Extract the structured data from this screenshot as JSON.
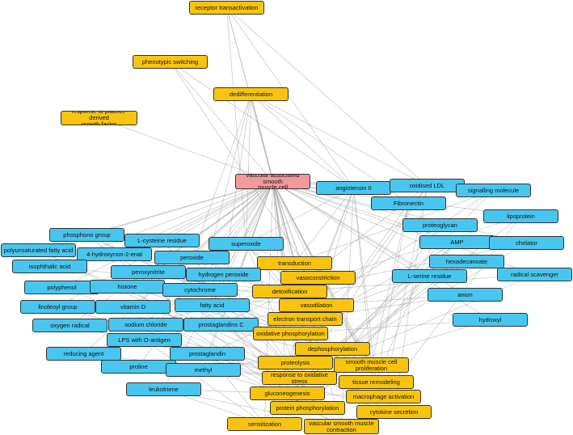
{
  "colors": {
    "molecule": "#48c6ef",
    "process": "#f9c40f",
    "cell": "#f29a9a",
    "edge": "#a9a9a9",
    "border": "#333333"
  },
  "nodes": {
    "receptor-transactivation": {
      "label": "receptor transactivation",
      "type": "process"
    },
    "phenotypic-switching": {
      "label": "phenotypic switching",
      "type": "process"
    },
    "dedifferentiation": {
      "label": "dedifferentiation",
      "type": "process"
    },
    "response-pdgf": {
      "label": "response to platelet-derived\ngrowth factor",
      "type": "process"
    },
    "vsmc": {
      "label": "vascular associated smooth\nmuscle cell",
      "type": "cell"
    },
    "angiotensin-ii": {
      "label": "angiotensin II",
      "type": "molecule"
    },
    "oxidised-ldl": {
      "label": "oxidised LDL",
      "type": "molecule"
    },
    "signalling-molecule": {
      "label": "signalling molecule",
      "type": "molecule"
    },
    "fibronectin": {
      "label": "Fibronectin",
      "type": "molecule"
    },
    "lipoprotein": {
      "label": "lipoprotein",
      "type": "molecule"
    },
    "proteoglycan": {
      "label": "proteoglycan",
      "type": "molecule"
    },
    "phosphono-group": {
      "label": "phosphono group",
      "type": "molecule"
    },
    "l-cysteine-residue": {
      "label": "L-cysteine residue",
      "type": "molecule"
    },
    "superoxide": {
      "label": "superoxide",
      "type": "molecule"
    },
    "amp": {
      "label": "AMP",
      "type": "molecule"
    },
    "chelator": {
      "label": "chelator",
      "type": "molecule"
    },
    "pufa": {
      "label": "polyunsaturated fatty acid",
      "type": "molecule"
    },
    "hne": {
      "label": "4-hydroxynon-2-enal",
      "type": "molecule"
    },
    "peroxide": {
      "label": "peroxide",
      "type": "molecule"
    },
    "hexadecanoate": {
      "label": "hexadecanoate",
      "type": "molecule"
    },
    "isophthalic-acid": {
      "label": "isophthalic acid",
      "type": "molecule"
    },
    "transduction": {
      "label": "transduction",
      "type": "process"
    },
    "peroxynitrite": {
      "label": "peroxynitrite",
      "type": "molecule"
    },
    "hydrogen-peroxide": {
      "label": "hydrogen peroxide",
      "type": "molecule"
    },
    "vasoconstriction": {
      "label": "vasoconstriction",
      "type": "process"
    },
    "l-serine-residue": {
      "label": "L-serine residue",
      "type": "molecule"
    },
    "radical-scavenger": {
      "label": "radical scavenger",
      "type": "molecule"
    },
    "polyphenol": {
      "label": "polyphenol",
      "type": "molecule"
    },
    "histone": {
      "label": "histone",
      "type": "molecule"
    },
    "cytochrome": {
      "label": "cytochrome",
      "type": "molecule"
    },
    "detoxification": {
      "label": "detoxification",
      "type": "process"
    },
    "anion": {
      "label": "anion",
      "type": "molecule"
    },
    "linoleoyl-group": {
      "label": "linoleoyl group",
      "type": "molecule"
    },
    "vitamin-d": {
      "label": "vitamin D",
      "type": "molecule"
    },
    "fatty-acid": {
      "label": "fatty acid",
      "type": "molecule"
    },
    "vasodilation": {
      "label": "vasodilation",
      "type": "process"
    },
    "electron-transport-chain": {
      "label": "electron transport chain",
      "type": "process"
    },
    "hydroxyl": {
      "label": "hydroxyl",
      "type": "molecule"
    },
    "oxygen-radical": {
      "label": "oxygen radical",
      "type": "molecule"
    },
    "sodium-chloride": {
      "label": "sodium chloride",
      "type": "molecule"
    },
    "prostaglandins-c": {
      "label": "prostaglandins C",
      "type": "molecule"
    },
    "oxidative-phosphorylation": {
      "label": "oxidative phosphorylation",
      "type": "process"
    },
    "lps": {
      "label": "LPS with O-antigen",
      "type": "molecule"
    },
    "reducing-agent": {
      "label": "reducing agent",
      "type": "molecule"
    },
    "prostaglandin": {
      "label": "prostaglandin",
      "type": "molecule"
    },
    "dephosphorylation": {
      "label": "dephosphorylation",
      "type": "process"
    },
    "proteolysis": {
      "label": "proteolysis",
      "type": "process"
    },
    "smc-proliferation": {
      "label": "smooth muscle cell\nproliferation",
      "type": "process"
    },
    "proline": {
      "label": "proline",
      "type": "molecule"
    },
    "methyl": {
      "label": "methyl",
      "type": "molecule"
    },
    "response-oxidative-stress": {
      "label": "response to oxidative stress",
      "type": "process"
    },
    "tissue-remodeling": {
      "label": "tissue remodeling",
      "type": "process"
    },
    "leukotriene": {
      "label": "leukotriene",
      "type": "molecule"
    },
    "gluconeogenesis": {
      "label": "gluconeogenesis",
      "type": "process"
    },
    "macrophage-activation": {
      "label": "macrophage activation",
      "type": "process"
    },
    "protein-phosphorylation": {
      "label": "protein phosphorylation",
      "type": "process"
    },
    "cytokine-secretion": {
      "label": "cytokine secretion",
      "type": "process"
    },
    "sensitization": {
      "label": "sensitization",
      "type": "process"
    },
    "vsmc-contraction": {
      "label": "vascular smooth muscle\ncontraction",
      "type": "process"
    }
  },
  "edges": [
    [
      "receptor-transactivation",
      "vsmc"
    ],
    [
      "receptor-transactivation",
      "angiotensin-ii"
    ],
    [
      "receptor-transactivation",
      "transduction"
    ],
    [
      "receptor-transactivation",
      "oxidised-ldl"
    ],
    [
      "receptor-transactivation",
      "superoxide"
    ],
    [
      "phenotypic-switching",
      "vsmc"
    ],
    [
      "phenotypic-switching",
      "smc-proliferation"
    ],
    [
      "phenotypic-switching",
      "angiotensin-ii"
    ],
    [
      "dedifferentiation",
      "vsmc"
    ],
    [
      "dedifferentiation",
      "superoxide"
    ],
    [
      "dedifferentiation",
      "transduction"
    ],
    [
      "dedifferentiation",
      "hydrogen-peroxide"
    ],
    [
      "dedifferentiation",
      "angiotensin-ii"
    ],
    [
      "dedifferentiation",
      "oxidised-ldl"
    ],
    [
      "dedifferentiation",
      "fibronectin"
    ],
    [
      "dedifferentiation",
      "cytochrome"
    ],
    [
      "dedifferentiation",
      "peroxide"
    ],
    [
      "response-pdgf",
      "vsmc"
    ],
    [
      "vsmc",
      "phosphono-group"
    ],
    [
      "vsmc",
      "l-cysteine-residue"
    ],
    [
      "vsmc",
      "superoxide"
    ],
    [
      "vsmc",
      "pufa"
    ],
    [
      "vsmc",
      "hne"
    ],
    [
      "vsmc",
      "peroxide"
    ],
    [
      "vsmc",
      "isophthalic-acid"
    ],
    [
      "vsmc",
      "peroxynitrite"
    ],
    [
      "vsmc",
      "hydrogen-peroxide"
    ],
    [
      "vsmc",
      "polyphenol"
    ],
    [
      "vsmc",
      "histone"
    ],
    [
      "vsmc",
      "cytochrome"
    ],
    [
      "vsmc",
      "linoleoyl-group"
    ],
    [
      "vsmc",
      "vitamin-d"
    ],
    [
      "vsmc",
      "fatty-acid"
    ],
    [
      "vsmc",
      "oxygen-radical"
    ],
    [
      "vsmc",
      "sodium-chloride"
    ],
    [
      "vsmc",
      "prostaglandins-c"
    ],
    [
      "vsmc",
      "lps"
    ],
    [
      "vsmc",
      "reducing-agent"
    ],
    [
      "vsmc",
      "prostaglandin"
    ],
    [
      "vsmc",
      "proline"
    ],
    [
      "vsmc",
      "methyl"
    ],
    [
      "vsmc",
      "leukotriene"
    ],
    [
      "vsmc",
      "transduction"
    ],
    [
      "vsmc",
      "vasoconstriction"
    ],
    [
      "vsmc",
      "detoxification"
    ],
    [
      "vsmc",
      "vasodilation"
    ],
    [
      "vsmc",
      "electron-transport-chain"
    ],
    [
      "vsmc",
      "oxidative-phosphorylation"
    ],
    [
      "vsmc",
      "dephosphorylation"
    ],
    [
      "vsmc",
      "proteolysis"
    ],
    [
      "vsmc",
      "smc-proliferation"
    ],
    [
      "vsmc",
      "response-oxidative-stress"
    ],
    [
      "vsmc",
      "tissue-remodeling"
    ],
    [
      "vsmc",
      "gluconeogenesis"
    ],
    [
      "vsmc",
      "macrophage-activation"
    ],
    [
      "vsmc",
      "protein-phosphorylation"
    ],
    [
      "vsmc",
      "cytokine-secretion"
    ],
    [
      "vsmc",
      "sensitization"
    ],
    [
      "vsmc",
      "vsmc-contraction"
    ],
    [
      "vsmc",
      "angiotensin-ii"
    ],
    [
      "vsmc",
      "oxidised-ldl"
    ],
    [
      "vsmc",
      "signalling-molecule"
    ],
    [
      "vsmc",
      "fibronectin"
    ],
    [
      "vsmc",
      "proteoglycan"
    ],
    [
      "vsmc",
      "lipoprotein"
    ],
    [
      "vsmc",
      "amp"
    ],
    [
      "vsmc",
      "chelator"
    ],
    [
      "vsmc",
      "hexadecanoate"
    ],
    [
      "vsmc",
      "l-serine-residue"
    ],
    [
      "vsmc",
      "radical-scavenger"
    ],
    [
      "vsmc",
      "anion"
    ],
    [
      "vsmc",
      "hydroxyl"
    ],
    [
      "angiotensin-ii",
      "vasoconstriction"
    ],
    [
      "angiotensin-ii",
      "transduction"
    ],
    [
      "angiotensin-ii",
      "smc-proliferation"
    ],
    [
      "angiotensin-ii",
      "superoxide"
    ],
    [
      "angiotensin-ii",
      "vsmc-contraction"
    ],
    [
      "angiotensin-ii",
      "sensitization"
    ],
    [
      "angiotensin-ii",
      "response-oxidative-stress"
    ],
    [
      "angiotensin-ii",
      "tissue-remodeling"
    ],
    [
      "oxidised-ldl",
      "macrophage-activation"
    ],
    [
      "oxidised-ldl",
      "response-oxidative-stress"
    ],
    [
      "oxidised-ldl",
      "proteolysis"
    ],
    [
      "oxidised-ldl",
      "cytokine-secretion"
    ],
    [
      "oxidised-ldl",
      "detoxification"
    ],
    [
      "signalling-molecule",
      "transduction"
    ],
    [
      "signalling-molecule",
      "vasodilation"
    ],
    [
      "signalling-molecule",
      "sensitization"
    ],
    [
      "fibronectin",
      "tissue-remodeling"
    ],
    [
      "fibronectin",
      "smc-proliferation"
    ],
    [
      "fibronectin",
      "proteolysis"
    ],
    [
      "lipoprotein",
      "gluconeogenesis"
    ],
    [
      "lipoprotein",
      "macrophage-activation"
    ],
    [
      "lipoprotein",
      "detoxification"
    ],
    [
      "proteoglycan",
      "tissue-remodeling"
    ],
    [
      "proteoglycan",
      "protein-phosphorylation"
    ],
    [
      "amp",
      "oxidative-phosphorylation"
    ],
    [
      "amp",
      "dephosphorylation"
    ],
    [
      "amp",
      "protein-phosphorylation"
    ],
    [
      "amp",
      "gluconeogenesis"
    ],
    [
      "chelator",
      "detoxification"
    ],
    [
      "chelator",
      "response-oxidative-stress"
    ],
    [
      "hexadecanoate",
      "gluconeogenesis"
    ],
    [
      "hexadecanoate",
      "electron-transport-chain"
    ],
    [
      "l-serine-residue",
      "protein-phosphorylation"
    ],
    [
      "l-serine-residue",
      "dephosphorylation"
    ],
    [
      "radical-scavenger",
      "response-oxidative-stress"
    ],
    [
      "radical-scavenger",
      "detoxification"
    ],
    [
      "anion",
      "electron-transport-chain"
    ],
    [
      "anion",
      "vasodilation"
    ],
    [
      "hydroxyl",
      "response-oxidative-stress"
    ],
    [
      "hydroxyl",
      "oxidative-phosphorylation"
    ],
    [
      "phosphono-group",
      "dephosphorylation"
    ],
    [
      "phosphono-group",
      "protein-phosphorylation"
    ],
    [
      "phosphono-group",
      "oxidative-phosphorylation"
    ],
    [
      "l-cysteine-residue",
      "protein-phosphorylation"
    ],
    [
      "l-cysteine-residue",
      "response-oxidative-stress"
    ],
    [
      "superoxide",
      "response-oxidative-stress"
    ],
    [
      "superoxide",
      "detoxification"
    ],
    [
      "superoxide",
      "vasoconstriction"
    ],
    [
      "superoxide",
      "electron-transport-chain"
    ],
    [
      "superoxide",
      "vasodilation"
    ],
    [
      "pufa",
      "response-oxidative-stress"
    ],
    [
      "pufa",
      "cytokine-secretion"
    ],
    [
      "hne",
      "response-oxidative-stress"
    ],
    [
      "hne",
      "detoxification"
    ],
    [
      "peroxide",
      "detoxification"
    ],
    [
      "peroxide",
      "response-oxidative-stress"
    ],
    [
      "isophthalic-acid",
      "detoxification"
    ],
    [
      "peroxynitrite",
      "response-oxidative-stress"
    ],
    [
      "peroxynitrite",
      "vasodilation"
    ],
    [
      "hydrogen-peroxide",
      "response-oxidative-stress"
    ],
    [
      "hydrogen-peroxide",
      "detoxification"
    ],
    [
      "hydrogen-peroxide",
      "transduction"
    ],
    [
      "polyphenol",
      "response-oxidative-stress"
    ],
    [
      "polyphenol",
      "vasodilation"
    ],
    [
      "histone",
      "dephosphorylation"
    ],
    [
      "histone",
      "protein-phosphorylation"
    ],
    [
      "cytochrome",
      "electron-transport-chain"
    ],
    [
      "cytochrome",
      "oxidative-phosphorylation"
    ],
    [
      "cytochrome",
      "detoxification"
    ],
    [
      "linoleoyl-group",
      "macrophage-activation"
    ],
    [
      "vitamin-d",
      "smc-proliferation"
    ],
    [
      "vitamin-d",
      "vsmc-contraction"
    ],
    [
      "fatty-acid",
      "gluconeogenesis"
    ],
    [
      "fatty-acid",
      "oxidative-phosphorylation"
    ],
    [
      "oxygen-radical",
      "response-oxidative-stress"
    ],
    [
      "oxygen-radical",
      "oxidative-phosphorylation"
    ],
    [
      "sodium-chloride",
      "vasoconstriction"
    ],
    [
      "sodium-chloride",
      "vsmc-contraction"
    ],
    [
      "prostaglandins-c",
      "vasodilation"
    ],
    [
      "prostaglandins-c",
      "vasoconstriction"
    ],
    [
      "lps",
      "macrophage-activation"
    ],
    [
      "lps",
      "cytokine-secretion"
    ],
    [
      "lps",
      "sensitization"
    ],
    [
      "reducing-agent",
      "detoxification"
    ],
    [
      "reducing-agent",
      "response-oxidative-stress"
    ],
    [
      "prostaglandin",
      "vasodilation"
    ],
    [
      "prostaglandin",
      "sensitization"
    ],
    [
      "proline",
      "proteolysis"
    ],
    [
      "proline",
      "tissue-remodeling"
    ],
    [
      "methyl",
      "dephosphorylation"
    ],
    [
      "methyl",
      "gluconeogenesis"
    ],
    [
      "leukotriene",
      "vsmc-contraction"
    ],
    [
      "leukotriene",
      "sensitization"
    ],
    [
      "leukotriene",
      "macrophage-activation"
    ]
  ]
}
